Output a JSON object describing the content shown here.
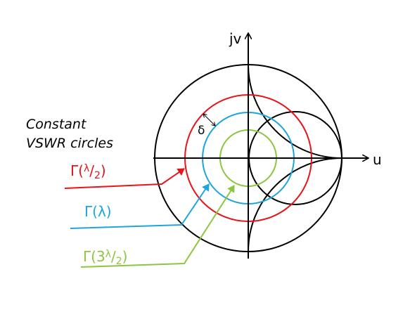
{
  "axes": {
    "vertical_label": "jv",
    "horizontal_label": "u"
  },
  "caption": {
    "line1": "Constant",
    "line2": "VSWR circles"
  },
  "delta_symbol": "δ",
  "gamma_labels": {
    "half_lambda": {
      "prefix": "Γ(",
      "sup": "λ",
      "sep": "/",
      "sub": "2",
      "suffix": ")"
    },
    "lambda": {
      "text": "Γ(λ)"
    },
    "three_half_lambda": {
      "prefix": "Γ(3",
      "sup": "λ",
      "sep": "/",
      "sub": "2",
      "suffix": ")"
    }
  },
  "colors": {
    "outline": "#000000",
    "half_lambda": "#e8141c",
    "lambda": "#1ea5dc",
    "three_half_lambda": "#8cc63e"
  }
}
